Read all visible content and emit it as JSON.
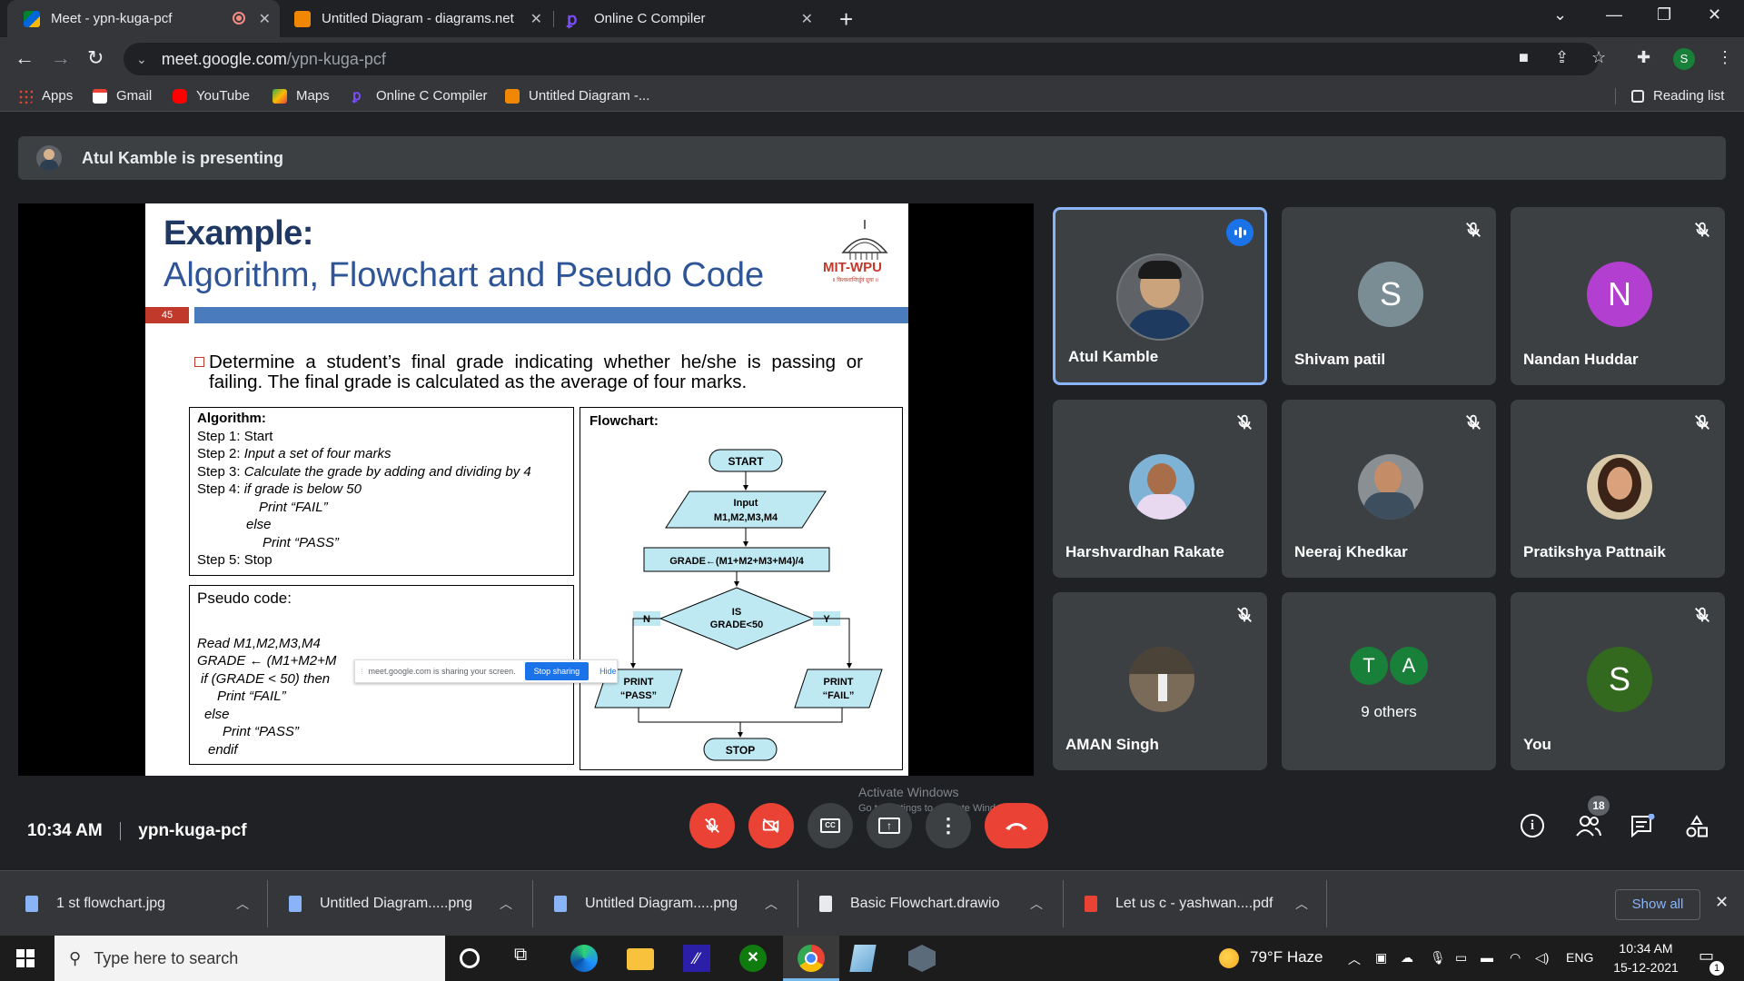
{
  "browser": {
    "tabs": [
      {
        "title": "Meet - ypn-kuga-pcf",
        "active": true
      },
      {
        "title": "Untitled Diagram - diagrams.net"
      },
      {
        "title": "Online C Compiler"
      }
    ],
    "url_host": "meet.google.com",
    "url_path": "/ypn-kuga-pcf",
    "profile_initial": "S",
    "bookmarks": [
      "Apps",
      "Gmail",
      "YouTube",
      "Maps",
      "Online C Compiler",
      "Untitled Diagram -..."
    ],
    "reading_list": "Reading list"
  },
  "meet": {
    "presenting_banner": "Atul Kamble is presenting",
    "time": "10:34 AM",
    "meeting_code": "ypn-kuga-pcf",
    "participant_count": "18",
    "participants": [
      {
        "name": "Atul Kamble",
        "speaking": true
      },
      {
        "name": "Shivam patil",
        "initial": "S",
        "color": "#7b8d94"
      },
      {
        "name": "Nandan Huddar",
        "initial": "N",
        "color": "#b33fd1"
      },
      {
        "name": "Harshvardhan Rakate"
      },
      {
        "name": "Neeraj Khedkar"
      },
      {
        "name": "Pratikshya Pattnaik"
      },
      {
        "name": "AMAN Singh"
      },
      {
        "name": "9 others",
        "initials": [
          "T",
          "A"
        ],
        "color": "#188038"
      },
      {
        "name": "You",
        "initial": "S",
        "color": "#33691e"
      }
    ],
    "share_popup": {
      "text": "meet.google.com is sharing your screen.",
      "stop": "Stop sharing",
      "hide": "Hide"
    },
    "watermark": {
      "line1": "Activate Windows",
      "line2": "Go to Settings to activate Windows."
    }
  },
  "slide": {
    "title1": "Example:",
    "title2": "Algorithm, Flowchart and Pseudo Code",
    "logo_text": "MIT-WPU",
    "logo_sub": "॥ विश्वशान्तिर्ध्रुवं ध्रुवा ॥",
    "page_number": "45",
    "bullet": "Determine a student’s final grade indicating whether he/she is passing or failing. The final grade is calculated as the average of four marks.",
    "algorithm": {
      "heading": "Algorithm:",
      "lines": [
        {
          "step": "Step 1:",
          "text": "Start"
        },
        {
          "step": "Step 2:",
          "text": "Input a set of four marks"
        },
        {
          "step": "Step 3:",
          "text": "Calculate the grade by adding and dividing by 4"
        },
        {
          "step": "Step 4:",
          "text": "if grade is below 50"
        },
        {
          "step": "",
          "text": "Print “FAIL”"
        },
        {
          "step": "",
          "text": "else"
        },
        {
          "step": "",
          "text": "Print “PASS”"
        },
        {
          "step": "Step 5:",
          "text": "Stop"
        }
      ]
    },
    "pseudo": {
      "heading": "Pseudo code:",
      "lines": [
        "Read M1,M2,M3,M4",
        "GRADE ← (M1+M2+M",
        "if (GRADE < 50) then",
        "Print “FAIL”",
        "else",
        "Print “PASS”",
        "endif"
      ]
    },
    "flowchart": {
      "heading": "Flowchart:",
      "start": "START",
      "input1": "Input",
      "input2": "M1,M2,M3,M4",
      "process": "GRADE←(M1+M2+M3+M4)/4",
      "decision1": "IS",
      "decision2": "GRADE<50",
      "no": "N",
      "yes": "Y",
      "pass1": "PRINT",
      "pass2": "“PASS”",
      "fail1": "PRINT",
      "fail2": "“FAIL”",
      "stop": "STOP"
    }
  },
  "downloads": {
    "items": [
      "1 st flowchart.jpg",
      "Untitled Diagram.....png",
      "Untitled Diagram.....png",
      "Basic Flowchart.drawio",
      "Let us c - yashwan....pdf"
    ],
    "show_all": "Show all"
  },
  "taskbar": {
    "search_placeholder": "Type here to search",
    "weather": "79°F  Haze",
    "lang": "ENG",
    "time": "10:34 AM",
    "date": "15-12-2021",
    "notifications": "1"
  }
}
